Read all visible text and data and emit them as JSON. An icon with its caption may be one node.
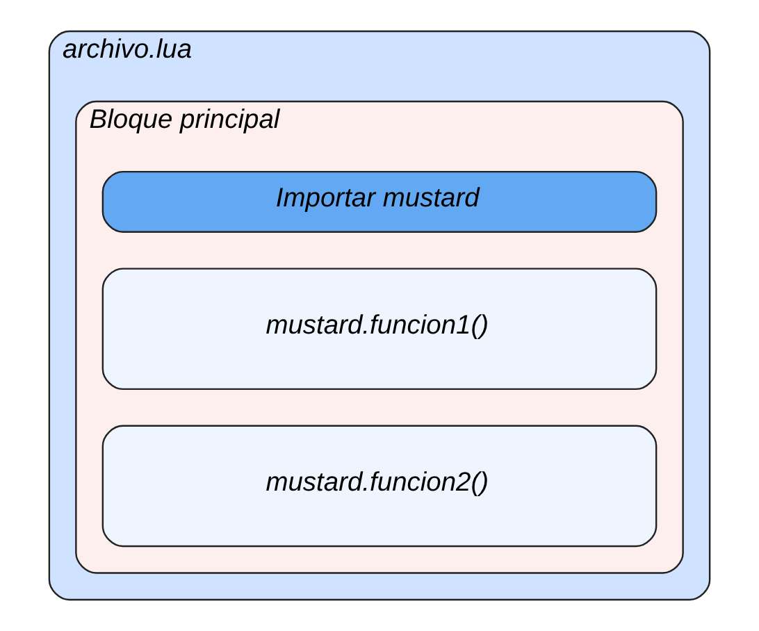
{
  "diagram": {
    "nodes": [
      {
        "text": [
          "archivo.lua"
        ]
      },
      {
        "text": [
          "Bloque principal"
        ],
        "in": 0
      },
      {
        "text": [
          "Importar mustard"
        ],
        "in": 1
      },
      {
        "text": [
          "mustard.funcion1()"
        ],
        "in": 1
      },
      {
        "text": [
          "mustard.funcion2()"
        ],
        "in": 1
      }
    ],
    "edges": []
  }
}
